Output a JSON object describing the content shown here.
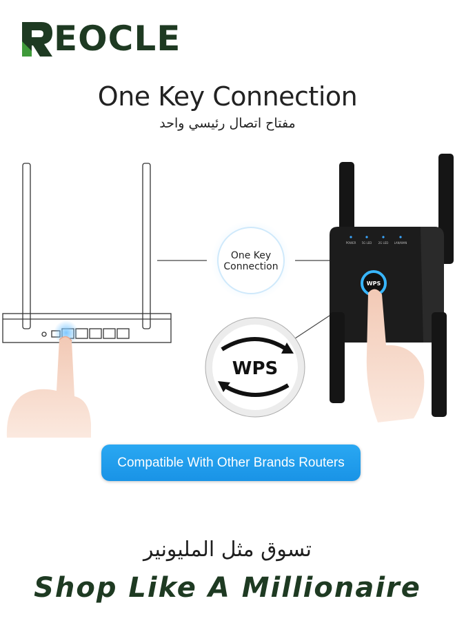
{
  "brand": {
    "name": "EOCLE",
    "logo_letter": "R"
  },
  "headline": {
    "title": "One Key Connection",
    "subtitle": "مفتاح اتصال رئيسي واحد"
  },
  "diagram": {
    "bubble_label_line1": "One Key",
    "bubble_label_line2": "Connection",
    "wps_label": "WPS",
    "extender_button_label": "WPS",
    "extender_leds": [
      "POWER",
      "5G LED",
      "2G LED",
      "LAN/WAN"
    ]
  },
  "badge": {
    "text": "Compatible With Other Brands Routers"
  },
  "slogan": {
    "arabic": "تسوق مثل المليونير",
    "english": "Shop Like A Millionaire"
  },
  "colors": {
    "brand_green": "#1e3a22",
    "accent_blue": "#1993e6",
    "device_black": "#151515"
  }
}
